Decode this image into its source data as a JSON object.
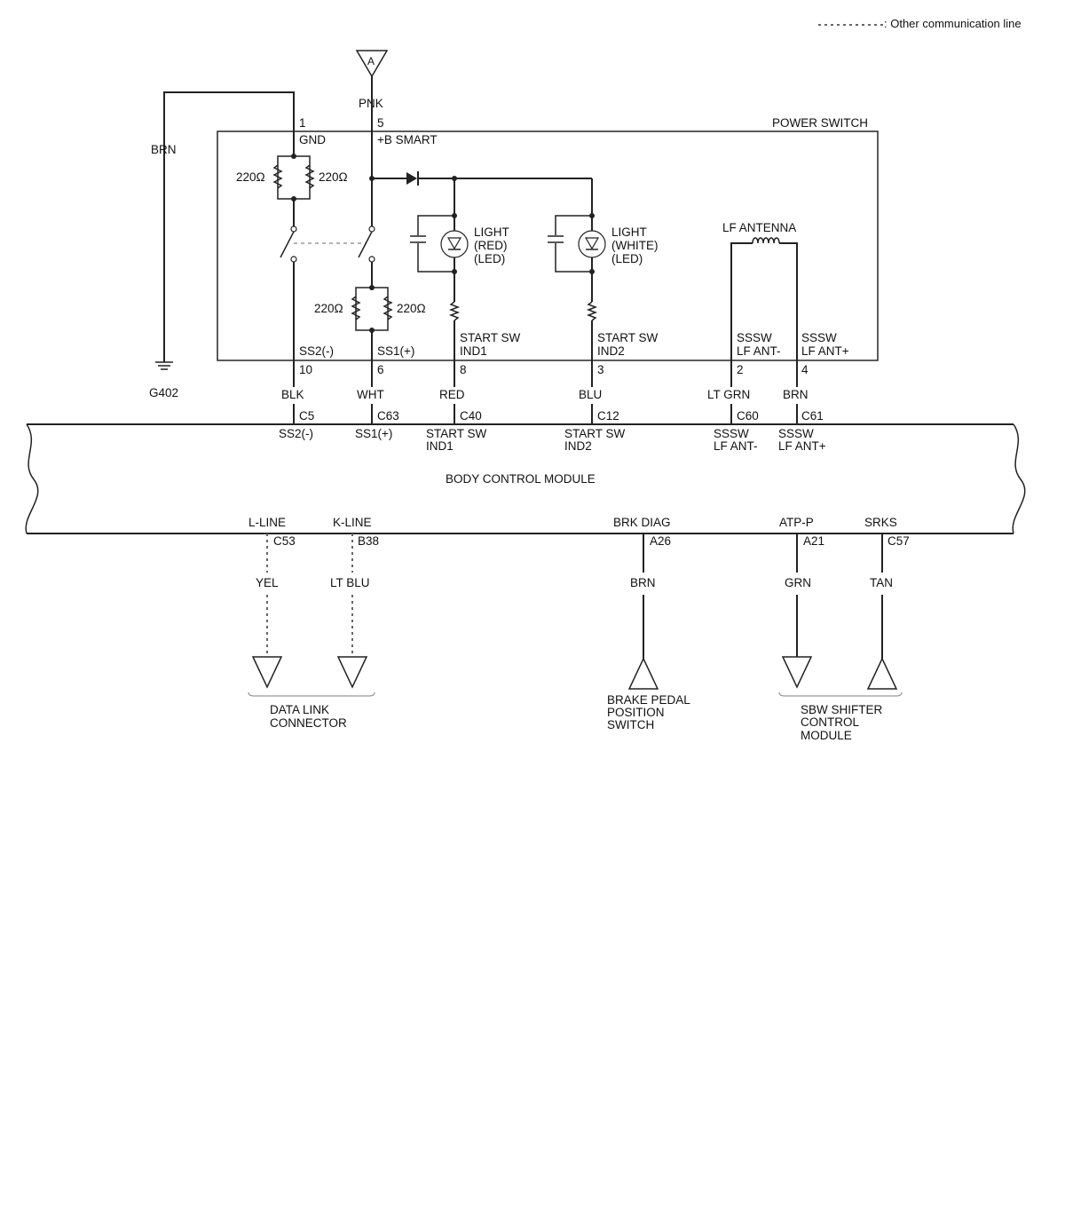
{
  "legend": {
    "other_communication_line": ": Other communication line"
  },
  "power_switch": {
    "title": "POWER SWITCH",
    "gnd_label": "GND",
    "b_smart_label": "+B SMART",
    "resistors": [
      "220Ω",
      "220Ω",
      "220Ω",
      "220Ω"
    ],
    "light_red": [
      "LIGHT",
      "(RED)",
      "(LED)"
    ],
    "light_white": [
      "LIGHT",
      "(WHITE)",
      "(LED)"
    ],
    "lf_antenna": "LF ANTENNA",
    "pins": [
      {
        "label": "SS2(-)",
        "label2": "",
        "number": "10"
      },
      {
        "label": "SS1(+)",
        "label2": "",
        "number": "6"
      },
      {
        "label": "START SW",
        "label2": "IND1",
        "number": "8"
      },
      {
        "label": "START SW",
        "label2": "IND2",
        "number": "3"
      },
      {
        "label": "SSSW",
        "label2": "LF ANT-",
        "number": "2"
      },
      {
        "label": "SSSW",
        "label2": "LF ANT+",
        "number": "4"
      }
    ]
  },
  "top_connector": {
    "letter": "A",
    "wire_color": "PNK",
    "pin": "5"
  },
  "ground": {
    "wire_color": "BRN",
    "pin": "1",
    "name": "G402"
  },
  "bcm_inputs": [
    {
      "wire_color": "BLK",
      "connector": "C5",
      "label": "SS2(-)",
      "label2": ""
    },
    {
      "wire_color": "WHT",
      "connector": "C63",
      "label": "SS1(+)",
      "label2": ""
    },
    {
      "wire_color": "RED",
      "connector": "C40",
      "label": "START SW",
      "label2": "IND1"
    },
    {
      "wire_color": "BLU",
      "connector": "C12",
      "label": "START SW",
      "label2": "IND2"
    },
    {
      "wire_color": "LT GRN",
      "connector": "C60",
      "label": "SSSW",
      "label2": "LF ANT-"
    },
    {
      "wire_color": "BRN",
      "connector": "C61",
      "label": "SSSW",
      "label2": "LF ANT+"
    }
  ],
  "bcm": {
    "title": "BODY CONTROL MODULE"
  },
  "bcm_outputs": [
    {
      "label": "L-LINE",
      "connector": "C53",
      "wire_color": "YEL"
    },
    {
      "label": "K-LINE",
      "connector": "B38",
      "wire_color": "LT BLU"
    },
    {
      "label": "BRK DIAG",
      "connector": "A26",
      "wire_color": "BRN"
    },
    {
      "label": "ATP-P",
      "connector": "A21",
      "wire_color": "GRN"
    },
    {
      "label": "SRKS",
      "connector": "C57",
      "wire_color": "TAN"
    }
  ],
  "destinations": {
    "data_link": [
      "DATA LINK",
      "CONNECTOR"
    ],
    "brake_switch": [
      "BRAKE PEDAL",
      "POSITION",
      "SWITCH"
    ],
    "sbw": [
      "SBW SHIFTER",
      "CONTROL",
      "MODULE"
    ]
  }
}
